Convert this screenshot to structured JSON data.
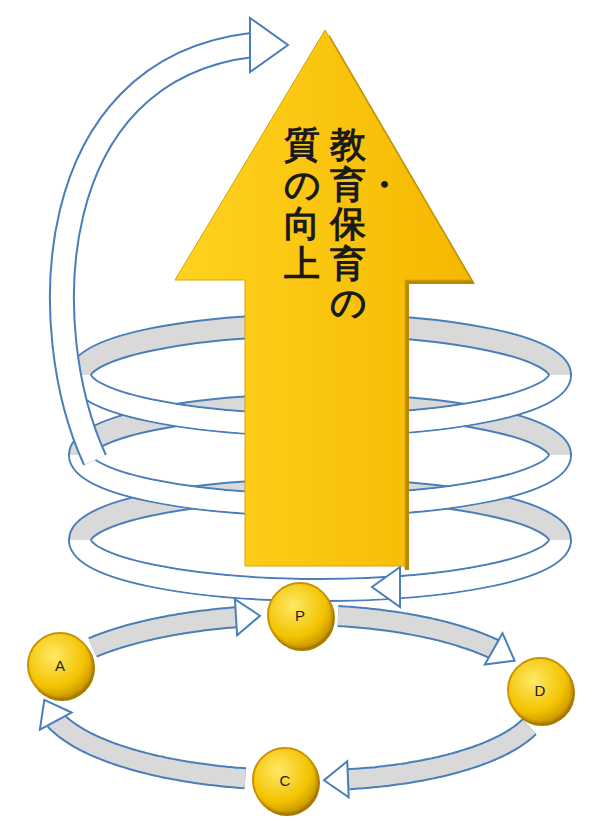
{
  "diagram": {
    "nodes": [
      {
        "text": [
          "教育・保育 の質の向上"
        ]
      },
      {
        "text": [
          "P"
        ]
      },
      {
        "text": [
          "D"
        ]
      },
      {
        "text": [
          "C"
        ]
      },
      {
        "text": [
          "A"
        ]
      }
    ],
    "edges": [
      {
        "from": 1,
        "to": 2,
        "arrow": "to"
      },
      {
        "from": 2,
        "to": 3,
        "arrow": "to"
      },
      {
        "from": 3,
        "to": 4,
        "arrow": "to"
      },
      {
        "from": 4,
        "to": 1,
        "arrow": "to"
      }
    ]
  }
}
